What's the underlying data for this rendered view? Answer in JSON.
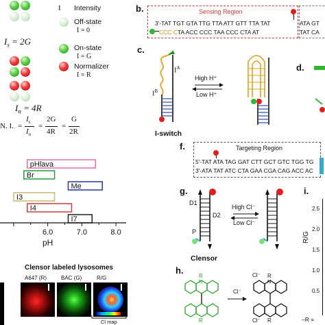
{
  "legend": {
    "intensity_symbol": "I",
    "intensity_label": "Intensity",
    "off_state_label": "Off-state",
    "off_state_eq": "I = 0",
    "on_state_label": "On-state",
    "on_state_eq": "I = G",
    "normalizer_label": "Normalizer",
    "normalizer_eq": "I = R",
    "is_eq": "I",
    "is_sub": "s",
    "is_rhs": " = 2G",
    "in_eq": "I",
    "in_sub": "n",
    "in_rhs": " = 4R",
    "ratio_prefix": "N. I. =",
    "ratio_is": "I",
    "ratio_is_sub": "s",
    "ratio_in": "I",
    "ratio_in_sub": "n",
    "ratio_eq": "=",
    "ratio_num2": "2G",
    "ratio_den2": "4R",
    "ratio_num3": "G",
    "ratio_den3": "2R",
    "ratio_eq2": "=",
    "ratio_lead": "N. I."
  },
  "ph_chart": {
    "bars": [
      {
        "label": "pHlava",
        "start": 5.4,
        "end": 7.4,
        "color": "#e06fb0"
      },
      {
        "label": "Br",
        "start": 5.3,
        "end": 6.2,
        "color": "#1f9e3a"
      },
      {
        "label": "Me",
        "start": 6.6,
        "end": 7.6,
        "color": "#2136a8"
      },
      {
        "label": "I3",
        "start": 5.0,
        "end": 6.2,
        "color": "#c8b870"
      },
      {
        "label": "I4",
        "start": 5.4,
        "end": 6.7,
        "color": "#d13a3a"
      },
      {
        "label": "I7",
        "start": 6.6,
        "end": 7.3,
        "color": "#222222"
      }
    ],
    "ticks": [
      "6.0",
      "7.0",
      "8.0"
    ],
    "tick_values": [
      6.0,
      7.0,
      8.0
    ],
    "x_min": 4.6,
    "x_max": 8.3,
    "xlabel": "pH"
  },
  "micro": {
    "title": "Clensor labeled lysosomes",
    "ch1": "A647 (R)",
    "ch2": "BAC (G)",
    "ch3": "R/G",
    "cmap": "Cl map"
  },
  "panel_b": {
    "letter": "b.",
    "region": "Sensing Region",
    "top_strand": "3'-TAT TGT GTA TTG TTA ATT GTT TTA TAT",
    "top_strand_right": "ATA GT",
    "bottom_prefix": "CCC C",
    "bottom_mid": "TA ACC CCC TAA CCC CTA AT",
    "bottom_right": "TAT CA"
  },
  "panel_c": {
    "letter": "c.",
    "label_a": "I",
    "label_a_sup": "A",
    "label_b": "I",
    "label_b_sup": "B",
    "arrow_top": "High H⁺",
    "arrow_bottom": "Low H⁺",
    "name": "I-switch"
  },
  "panel_d": {
    "letter": "d."
  },
  "panel_f": {
    "letter": "f.",
    "region": "Targeting Region",
    "top_strand": "5'-TAT ATA TAG GAT CTT GCT GTC TGG TG",
    "bottom_strand": "3'-ATA TAT ATC CTA GAA CGA CAG ACC AC"
  },
  "panel_g": {
    "letter": "g.",
    "d1": "D1",
    "d2": "D2",
    "p": "P",
    "arrow_top": "High Cl⁻",
    "arrow_bottom": "Low Cl⁻",
    "name": "Clensor"
  },
  "panel_h": {
    "letter": "h.",
    "r": "R",
    "cl": "Cl⁻",
    "n_plus": "N",
    "arrow": "Cl⁻"
  },
  "panel_i": {
    "letter": "i.",
    "ylabel": "R/G",
    "ticks": [
      "2.5",
      "2.0",
      "1.5",
      "1.0",
      "0.5"
    ],
    "legend": "–R ="
  }
}
